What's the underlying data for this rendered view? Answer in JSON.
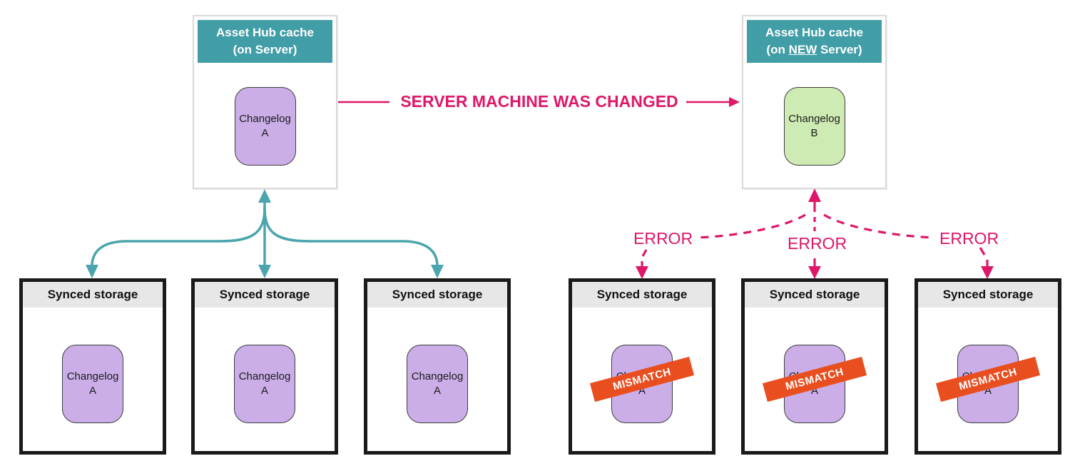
{
  "hub_old": {
    "title1": "Asset Hub cache",
    "title2": "(on Server)",
    "changelog": "Changelog A"
  },
  "hub_new": {
    "title1": "Asset Hub cache",
    "title2_pre": "(on ",
    "title2_new": "NEW",
    "title2_post": " Server)",
    "changelog": "Changelog B"
  },
  "transition": {
    "label": "SERVER MACHINE WAS CHANGED"
  },
  "error_labels": [
    "ERROR",
    "ERROR",
    "ERROR"
  ],
  "storages": [
    {
      "header": "Synced storage",
      "changelog": "Changelog A"
    },
    {
      "header": "Synced storage",
      "changelog": "Changelog A"
    },
    {
      "header": "Synced storage",
      "changelog": "Changelog A"
    },
    {
      "header": "Synced storage",
      "changelog": "Changelog A",
      "stamp": "MISMATCH"
    },
    {
      "header": "Synced storage",
      "changelog": "Changelog A",
      "stamp": "MISMATCH"
    },
    {
      "header": "Synced storage",
      "changelog": "Changelog A",
      "stamp": "MISMATCH"
    }
  ],
  "colors": {
    "teal_header": "#419da6",
    "teal_arrow": "#4aa5ac",
    "magenta": "#de1769",
    "purple_node": "#cbaee8",
    "green_node": "#ceebb4",
    "orange_stamp": "#e94e1f",
    "storage_header_bg": "#e7e7e7",
    "storage_border": "#1a1a1a",
    "hub_border": "#d9d9d9"
  }
}
